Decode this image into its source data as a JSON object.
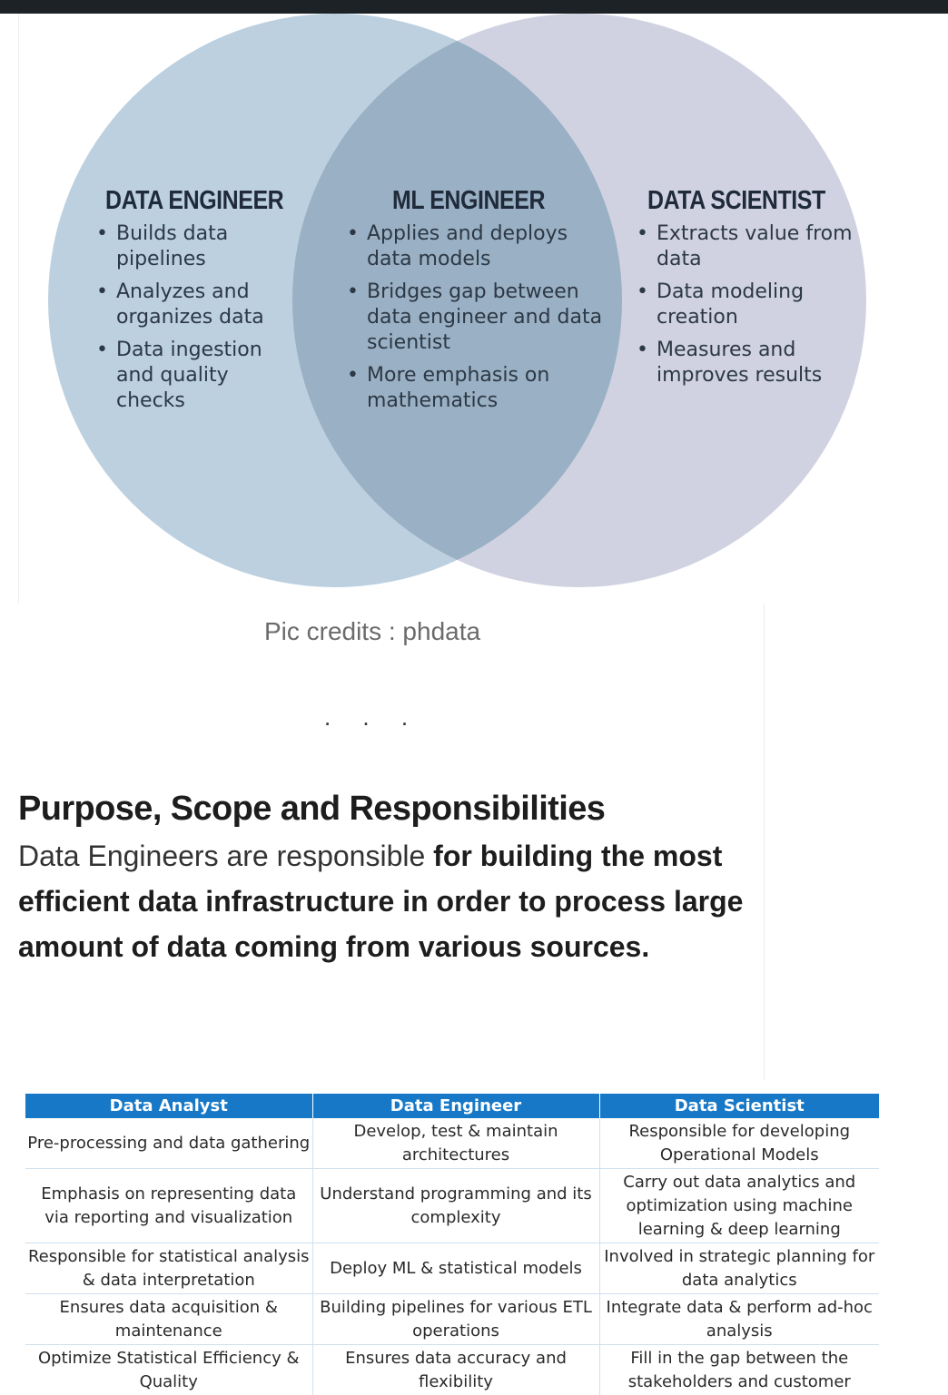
{
  "venn": {
    "colors": {
      "left_circle": "#bcd0e0",
      "right_circle": "#c3c5d8",
      "overlap": "#93abbf"
    },
    "data_engineer": {
      "title": "DATA ENGINEER",
      "items": [
        "Builds data pipelines",
        "Analyzes and organizes data",
        "Data ingestion and quality checks"
      ]
    },
    "ml_engineer": {
      "title": "ML ENGINEER",
      "items": [
        "Applies and deploys data models",
        "Bridges gap between data engineer and data scientist",
        "More emphasis on mathematics"
      ]
    },
    "data_scientist": {
      "title": "DATA SCIENTIST",
      "items": [
        "Extracts value from data",
        "Data modeling creation",
        "Measures and improves results"
      ]
    }
  },
  "credits": "Pic credits : phdata",
  "separator": ". . .",
  "article": {
    "heading": "Purpose, Scope and Responsibilities",
    "para_normal": "Data Engineers are responsible ",
    "para_bold": "for building the most efficient data infrastructure in order to process large amount of data coming from various sources."
  },
  "table": {
    "header_color": "#1778c7",
    "headers": [
      "Data Analyst",
      "Data Engineer",
      "Data Scientist"
    ],
    "rows": [
      [
        "Pre-processing and data gathering",
        "Develop, test & maintain architectures",
        "Responsible for developing Operational Models"
      ],
      [
        "Emphasis on representing data via reporting and visualization",
        "Understand programming and its complexity",
        "Carry out data analytics and optimization using machine learning & deep learning"
      ],
      [
        "Responsible for statistical analysis & data interpretation",
        "Deploy ML & statistical models",
        "Involved in strategic planning for data analytics"
      ],
      [
        "Ensures data acquisition & maintenance",
        "Building pipelines for various ETL operations",
        "Integrate data & perform ad-hoc analysis"
      ],
      [
        "Optimize Statistical Efficiency & Quality",
        "Ensures data accuracy and flexibility",
        "Fill in the gap between the stakeholders and customer"
      ]
    ]
  }
}
